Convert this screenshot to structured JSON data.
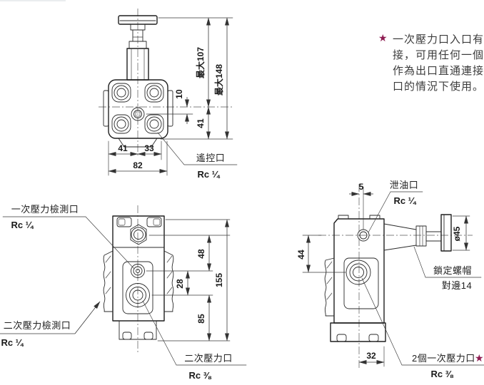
{
  "note": {
    "star": "★",
    "line1": "一次壓力口入口有",
    "line2": "接，可用任何一個",
    "line3": "作為出口直通連接",
    "line4": "口的情況下使用。"
  },
  "front_view": {
    "dim_offset": "10",
    "dim_height_lower": "41",
    "dim_height_max107": "最大107",
    "dim_height_max148": "最大148",
    "dim_width_left": "41",
    "dim_width_right": "33",
    "dim_width_total": "82",
    "remote_port": {
      "label": "遙控口",
      "thread": "Rc ¼"
    }
  },
  "lower_view": {
    "dim_48": "48",
    "dim_28": "28",
    "dim_85": "85",
    "dim_155": "155",
    "primary_gauge_port": {
      "label": "一次壓力檢測口",
      "thread": "Rc ¼"
    },
    "secondary_gauge_port": {
      "label": "二次壓力檢測口",
      "thread": "Rc ¼"
    },
    "secondary_port": {
      "label": "二次壓力口",
      "thread": "Rc ⅜"
    }
  },
  "side_view": {
    "dim_5": "5",
    "dim_44": "44",
    "dim_dia": "ø45",
    "dim_32": "32",
    "drain_port": {
      "label": "泄油口",
      "thread": "Rc ¼"
    },
    "lock_nut": {
      "label": "鎖定螺帽",
      "sub": "對邊14"
    },
    "primary_ports": {
      "label": "2個一次壓力口",
      "star": "★",
      "thread": "Rc ⅜"
    }
  },
  "colors": {
    "star": "#8E1C52",
    "line": "#222222"
  }
}
